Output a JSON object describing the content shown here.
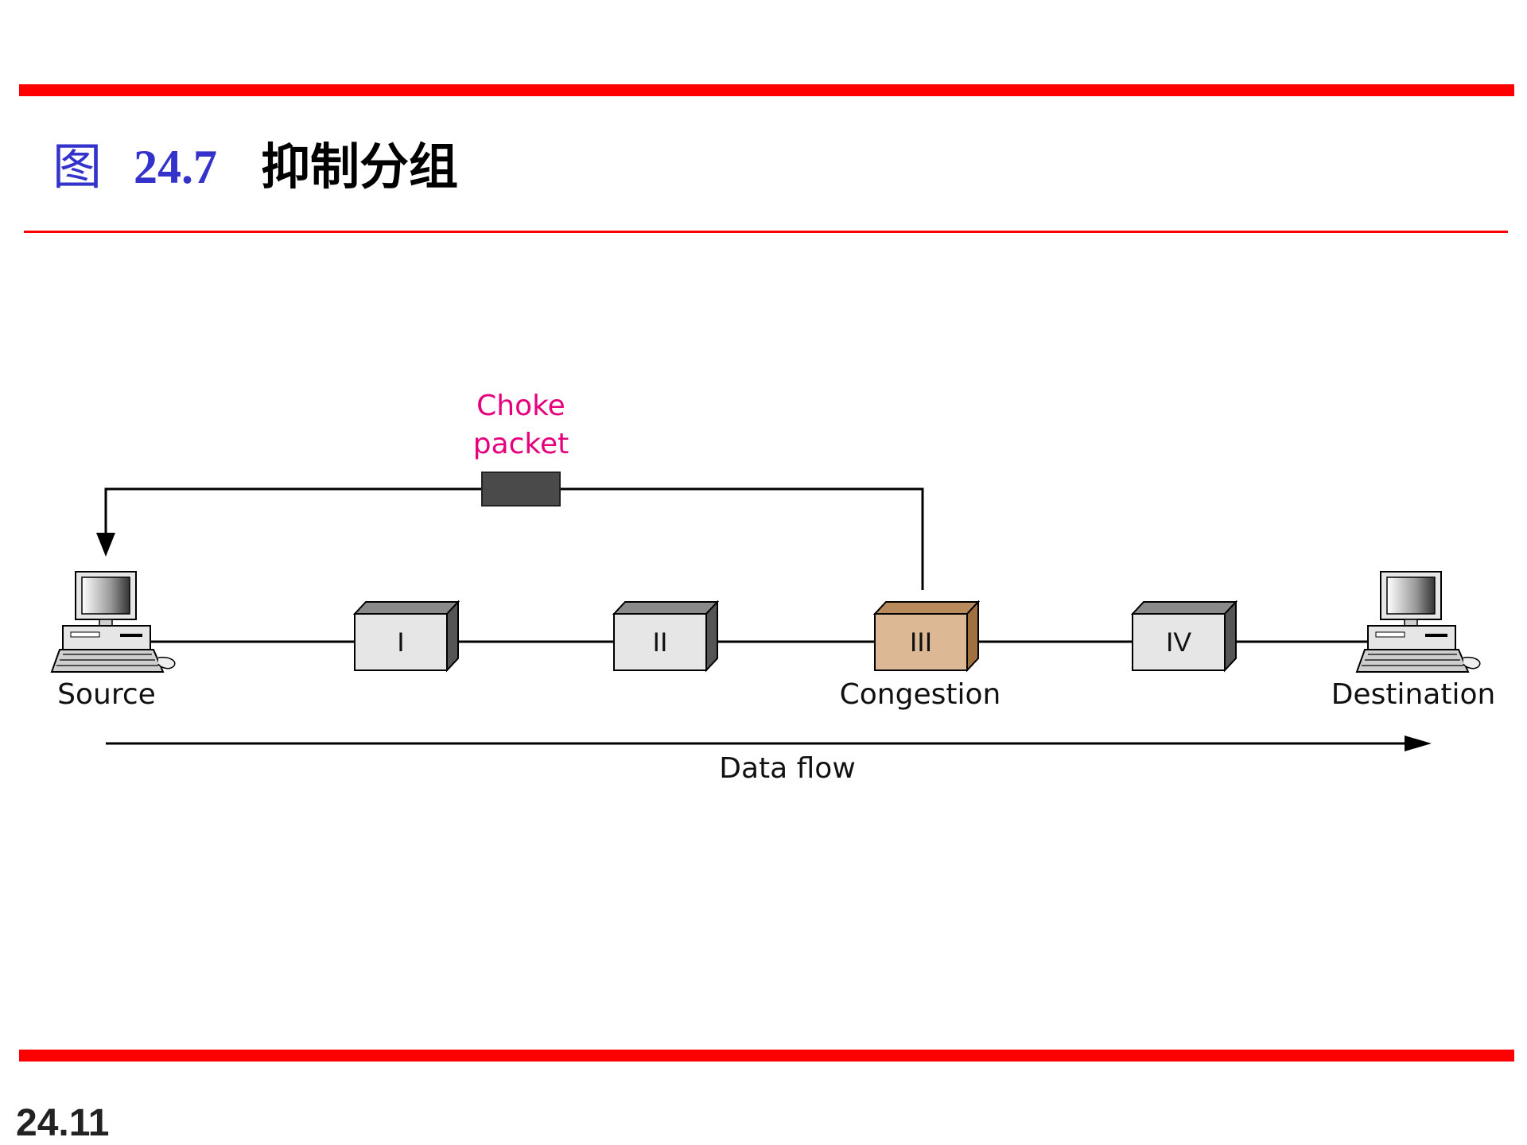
{
  "header": {
    "figure_prefix": "图",
    "figure_number": "24.7",
    "figure_title": "抑制分组"
  },
  "diagram": {
    "choke_label_line1": "Choke",
    "choke_label_line2": "packet",
    "source_label": "Source",
    "destination_label": "Destination",
    "congestion_label": "Congestion",
    "flow_label": "Data flow",
    "routers": [
      "I",
      "II",
      "III",
      "IV"
    ],
    "congested_router": "III"
  },
  "footer": {
    "page_number": "24.11"
  },
  "colors": {
    "rule": "#ff0000",
    "title_blue": "#3333cc",
    "choke_text": "#e6007e",
    "congested_fill": "#dcb894",
    "router_fill": "#e6e6e6",
    "choke_packet": "#4a4a4a"
  },
  "icons": [
    "computer-icon",
    "router-box-icon",
    "choke-packet-icon",
    "arrow-head-icon"
  ]
}
